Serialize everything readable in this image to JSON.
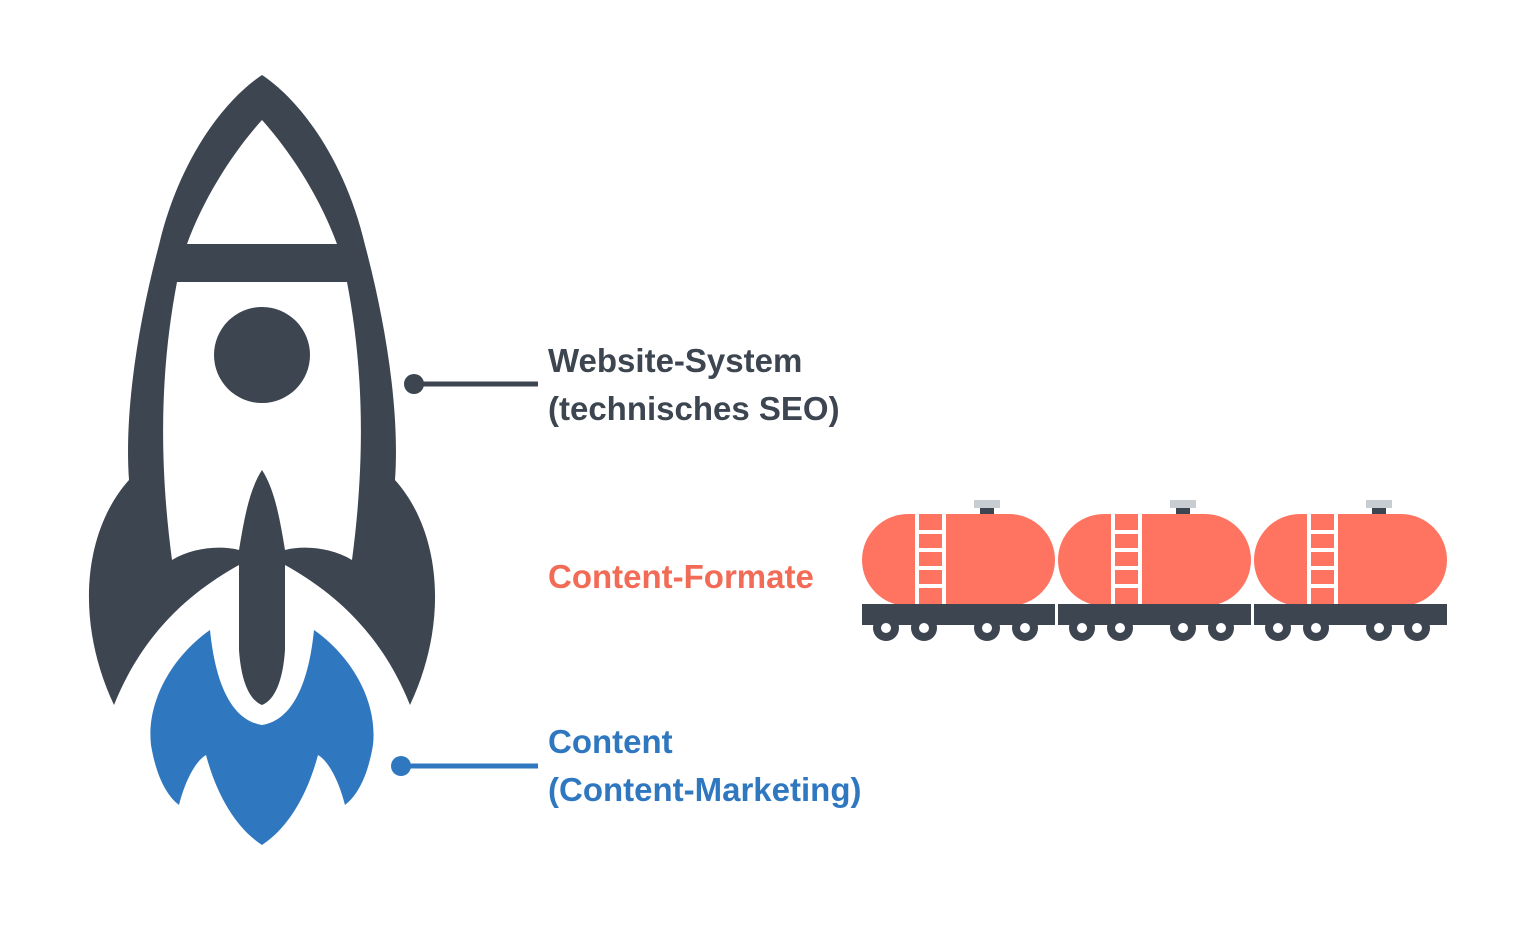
{
  "labels": {
    "website_system": {
      "line1": "Website-System",
      "line2": "(technisches SEO)",
      "color": "#3c4550"
    },
    "content_formats": {
      "line1": "Content-Formate",
      "color": "#f26b57"
    },
    "content": {
      "line1": "Content",
      "line2": "(Content-Marketing)",
      "color": "#2f78c0"
    }
  },
  "illustration": {
    "rocket_color": "#3c4550",
    "flame_color": "#2f78c0",
    "wagon_body_color": "#ff7461",
    "wagon_ladder_color": "#ffffff",
    "wagon_chassis_color": "#3c4550",
    "wagon_cap_color": "#c8cdd2",
    "wheel_hub_color": "#ffffff",
    "wagon_count": 3
  },
  "icons": [
    "rocket-icon",
    "rocket-flame-icon",
    "tank-wagon-icon"
  ]
}
